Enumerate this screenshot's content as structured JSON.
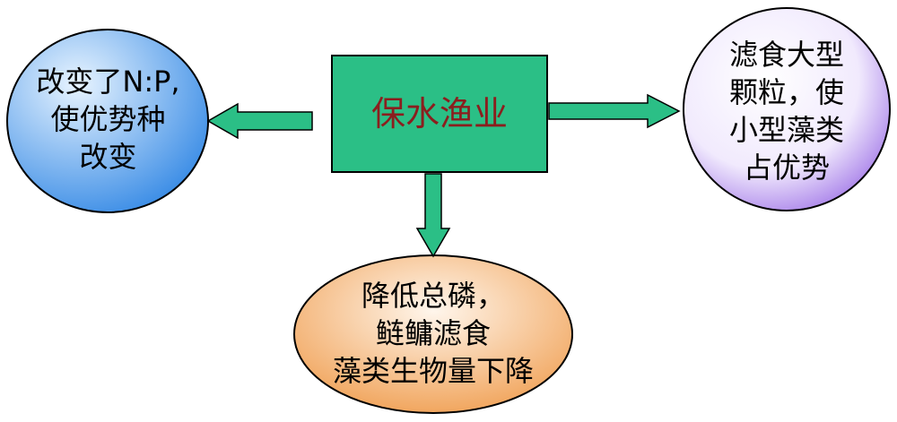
{
  "center": {
    "label": "保水渔业",
    "fill": "#2bbf86",
    "text_color": "#8b1e1e"
  },
  "left_node": {
    "lines": [
      "改变了N:P,",
      "使优势种",
      "改变"
    ],
    "fill_light": "#e8f4ff",
    "fill_dark": "#3d8ee6"
  },
  "right_node": {
    "lines": [
      "滤食大型",
      "颗粒，使",
      "小型藻类",
      "占优势"
    ],
    "fill_light": "#ffffff",
    "fill_dark": "#9b6ee6"
  },
  "bottom_node": {
    "lines": [
      "降低总磷，",
      "鲢鳙滤食",
      "藻类生物量下降"
    ],
    "fill_light": "#fff6ec",
    "fill_dark": "#f0a054"
  },
  "arrow_color": "#2bbf86"
}
